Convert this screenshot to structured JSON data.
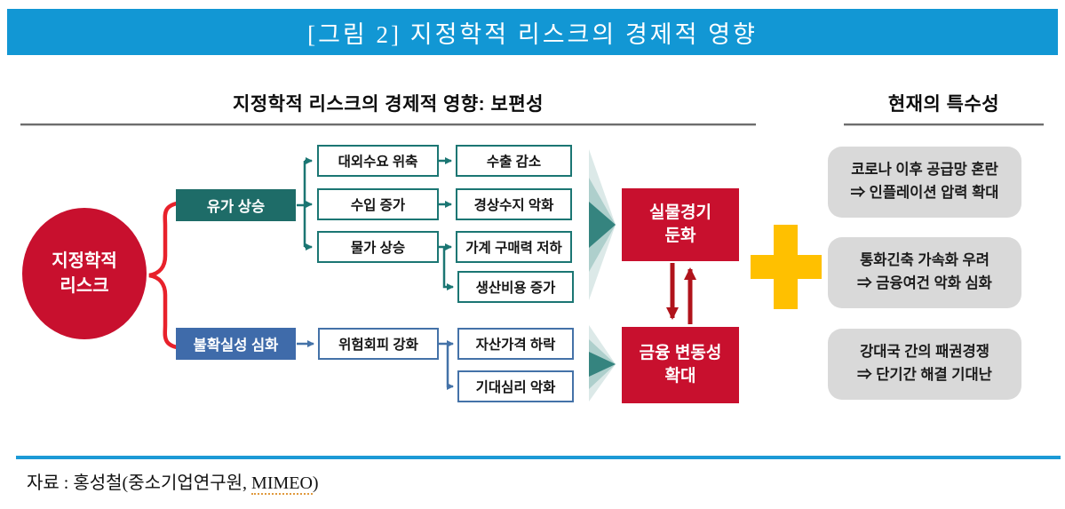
{
  "header": {
    "title": "[그림 2] 지정학적 리스크의 경제적 영향"
  },
  "left_panel": {
    "title": "지정학적 리스크의 경제적 영향: 보편성"
  },
  "flow": {
    "root": {
      "line1": "지정학적",
      "line2": "리스크"
    },
    "cat_oil": "유가 상승",
    "cat_uncertainty": "불확실성 심화",
    "col1": [
      "대외수요 위축",
      "수입 증가",
      "물가 상승"
    ],
    "col2": [
      "수출 감소",
      "경상수지 악화",
      "가계 구매력 저하",
      "생산비용 증가"
    ],
    "col1b": [
      "위험회피 강화"
    ],
    "col2b": [
      "자산가격 하락",
      "기대심리 악화"
    ],
    "outcome_real": {
      "line1": "실물경기",
      "line2": "둔화"
    },
    "outcome_financial": {
      "line1": "금융 변동성",
      "line2": "확대"
    }
  },
  "special": {
    "title": "현재의 특수성",
    "items": [
      {
        "line1": "코로나 이후 공급망 혼란",
        "line2": "⇒ 인플레이션 압력 확대"
      },
      {
        "line1": "통화긴축 가속화 우려",
        "line2": "⇒ 금융여건 악화 심화"
      },
      {
        "line1": "강대국 간의 패권경쟁",
        "line2": "⇒ 단기간 해결 기대난"
      }
    ]
  },
  "footer": {
    "source_prefix": "자료 : 홍성철(중소기업연구원, ",
    "source_word": "MIMEO",
    "source_suffix": ")"
  },
  "colors": {
    "header_blue": "#1297d4",
    "node_red": "#c8102e",
    "teal": "#1e6c68",
    "steel_blue": "#3f6baa",
    "plus_amber": "#ffc000",
    "gray_box": "#d9d9d9",
    "footer_rule_blue": "#1c9ad6"
  }
}
